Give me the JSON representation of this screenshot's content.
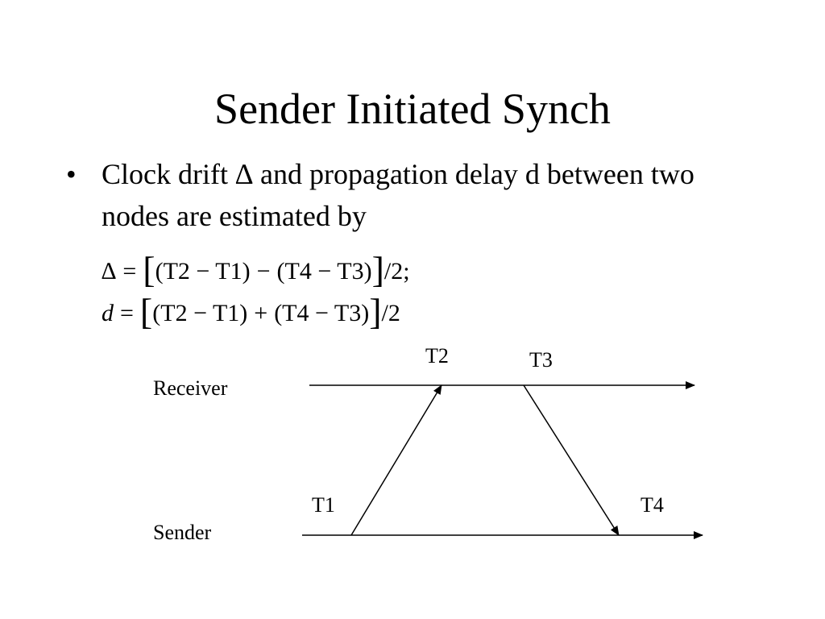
{
  "slide": {
    "title": "Sender Initiated Synch",
    "bullet_symbol": "•",
    "bullet_text": "Clock drift ∆ and propagation delay d between two nodes are estimated by"
  },
  "formulas": {
    "f1": {
      "lhs": "∆",
      "eq": "=",
      "open_bracket": "[",
      "term1": "(T2 − T1)",
      "op": "−",
      "term2": "(T4 − T3)",
      "close_bracket": "]",
      "tail": "/2;"
    },
    "f2": {
      "lhs": "d",
      "eq": "=",
      "open_bracket": "[",
      "term1": "(T2 − T1)",
      "op": "+",
      "term2": "(T4 − T3)",
      "close_bracket": "]",
      "tail": "/2"
    }
  },
  "diagram": {
    "receiver_label": "Receiver",
    "sender_label": "Sender",
    "t1": "T1",
    "t2": "T2",
    "t3": "T3",
    "t4": "T4",
    "line_color": "#000000"
  }
}
